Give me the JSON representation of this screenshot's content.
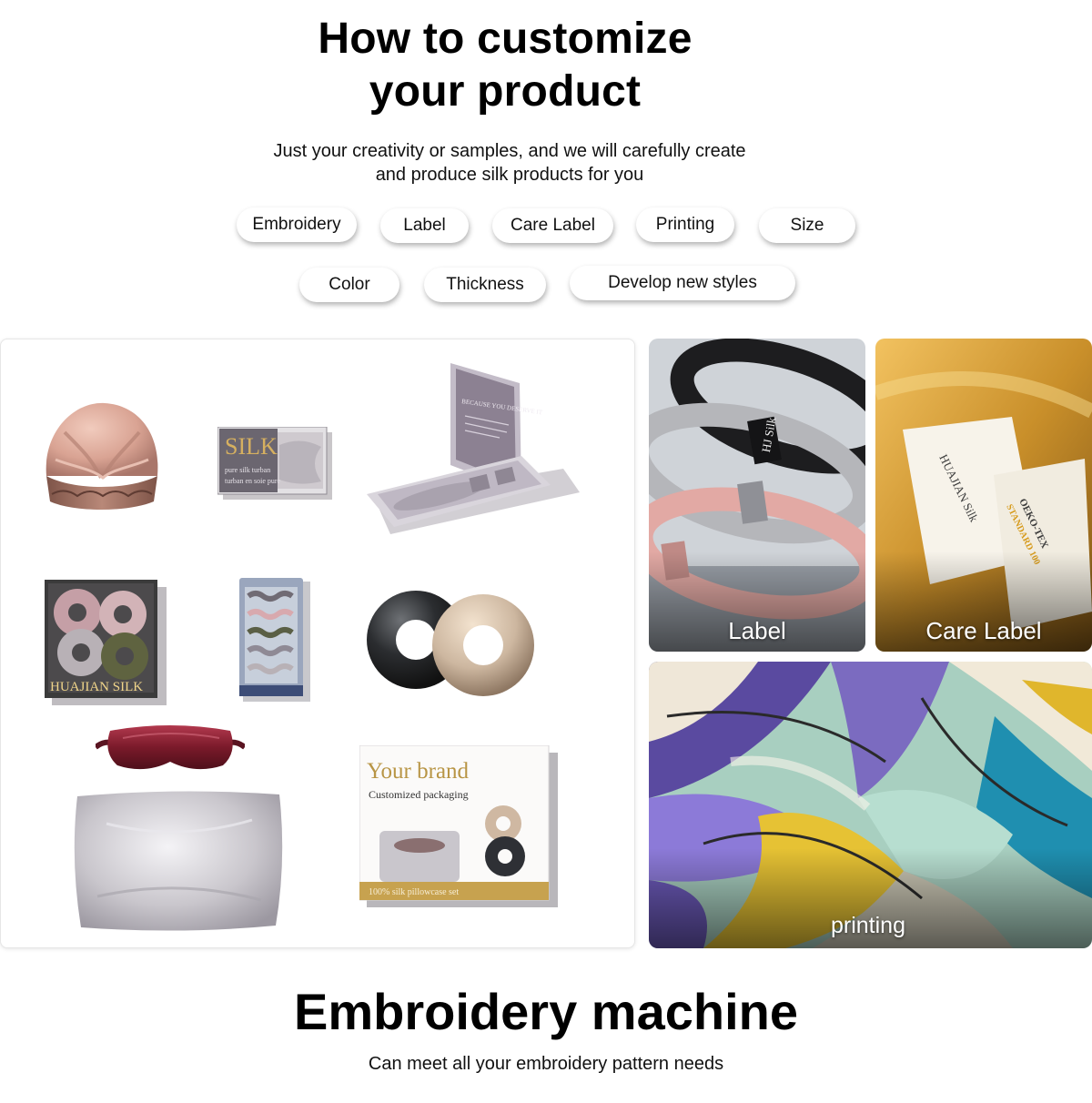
{
  "header": {
    "title_line1": "How to customize",
    "title_line2": "your product",
    "subtitle_line1": "Just your creativity or samples, and we will carefully create",
    "subtitle_line2": "and produce silk products for you"
  },
  "options": [
    "Embroidery",
    "Label",
    "Care Label",
    "Printing",
    "Size",
    "Color",
    "Thickness",
    "Develop new styles"
  ],
  "products": {
    "silk_box_title": "SILK",
    "silk_box_line1": "pure silk turban",
    "silk_box_line2": "turban en soie pure",
    "gift_box_slogan": "BECAUSE YOU DESERVE IT",
    "scrunchie_pack_brand": "HUAJIAN SILK",
    "brand_box_title": "Your brand",
    "brand_box_sub": "Customized packaging",
    "brand_box_footer": "100% silk pillowcase set"
  },
  "tiles": {
    "label": "Label",
    "care_label": "Care Label",
    "printing": "printing",
    "label_tag_text": "HJ Silk",
    "care_tag_brand": "HUAJIAN Silk",
    "care_tag_cert": "OEKO-TEX",
    "care_tag_std": "STANDARD 100"
  },
  "embroidery": {
    "title": "Embroidery machine",
    "subtitle": "Can meet all your embroidery pattern needs"
  },
  "colors": {
    "text": "#000000",
    "chip_bg": "#ffffff",
    "gold": "#d9a53a",
    "satin_pink": "#d9a79a",
    "satin_silver": "#c9c6cc",
    "wine": "#7a1a2a"
  }
}
